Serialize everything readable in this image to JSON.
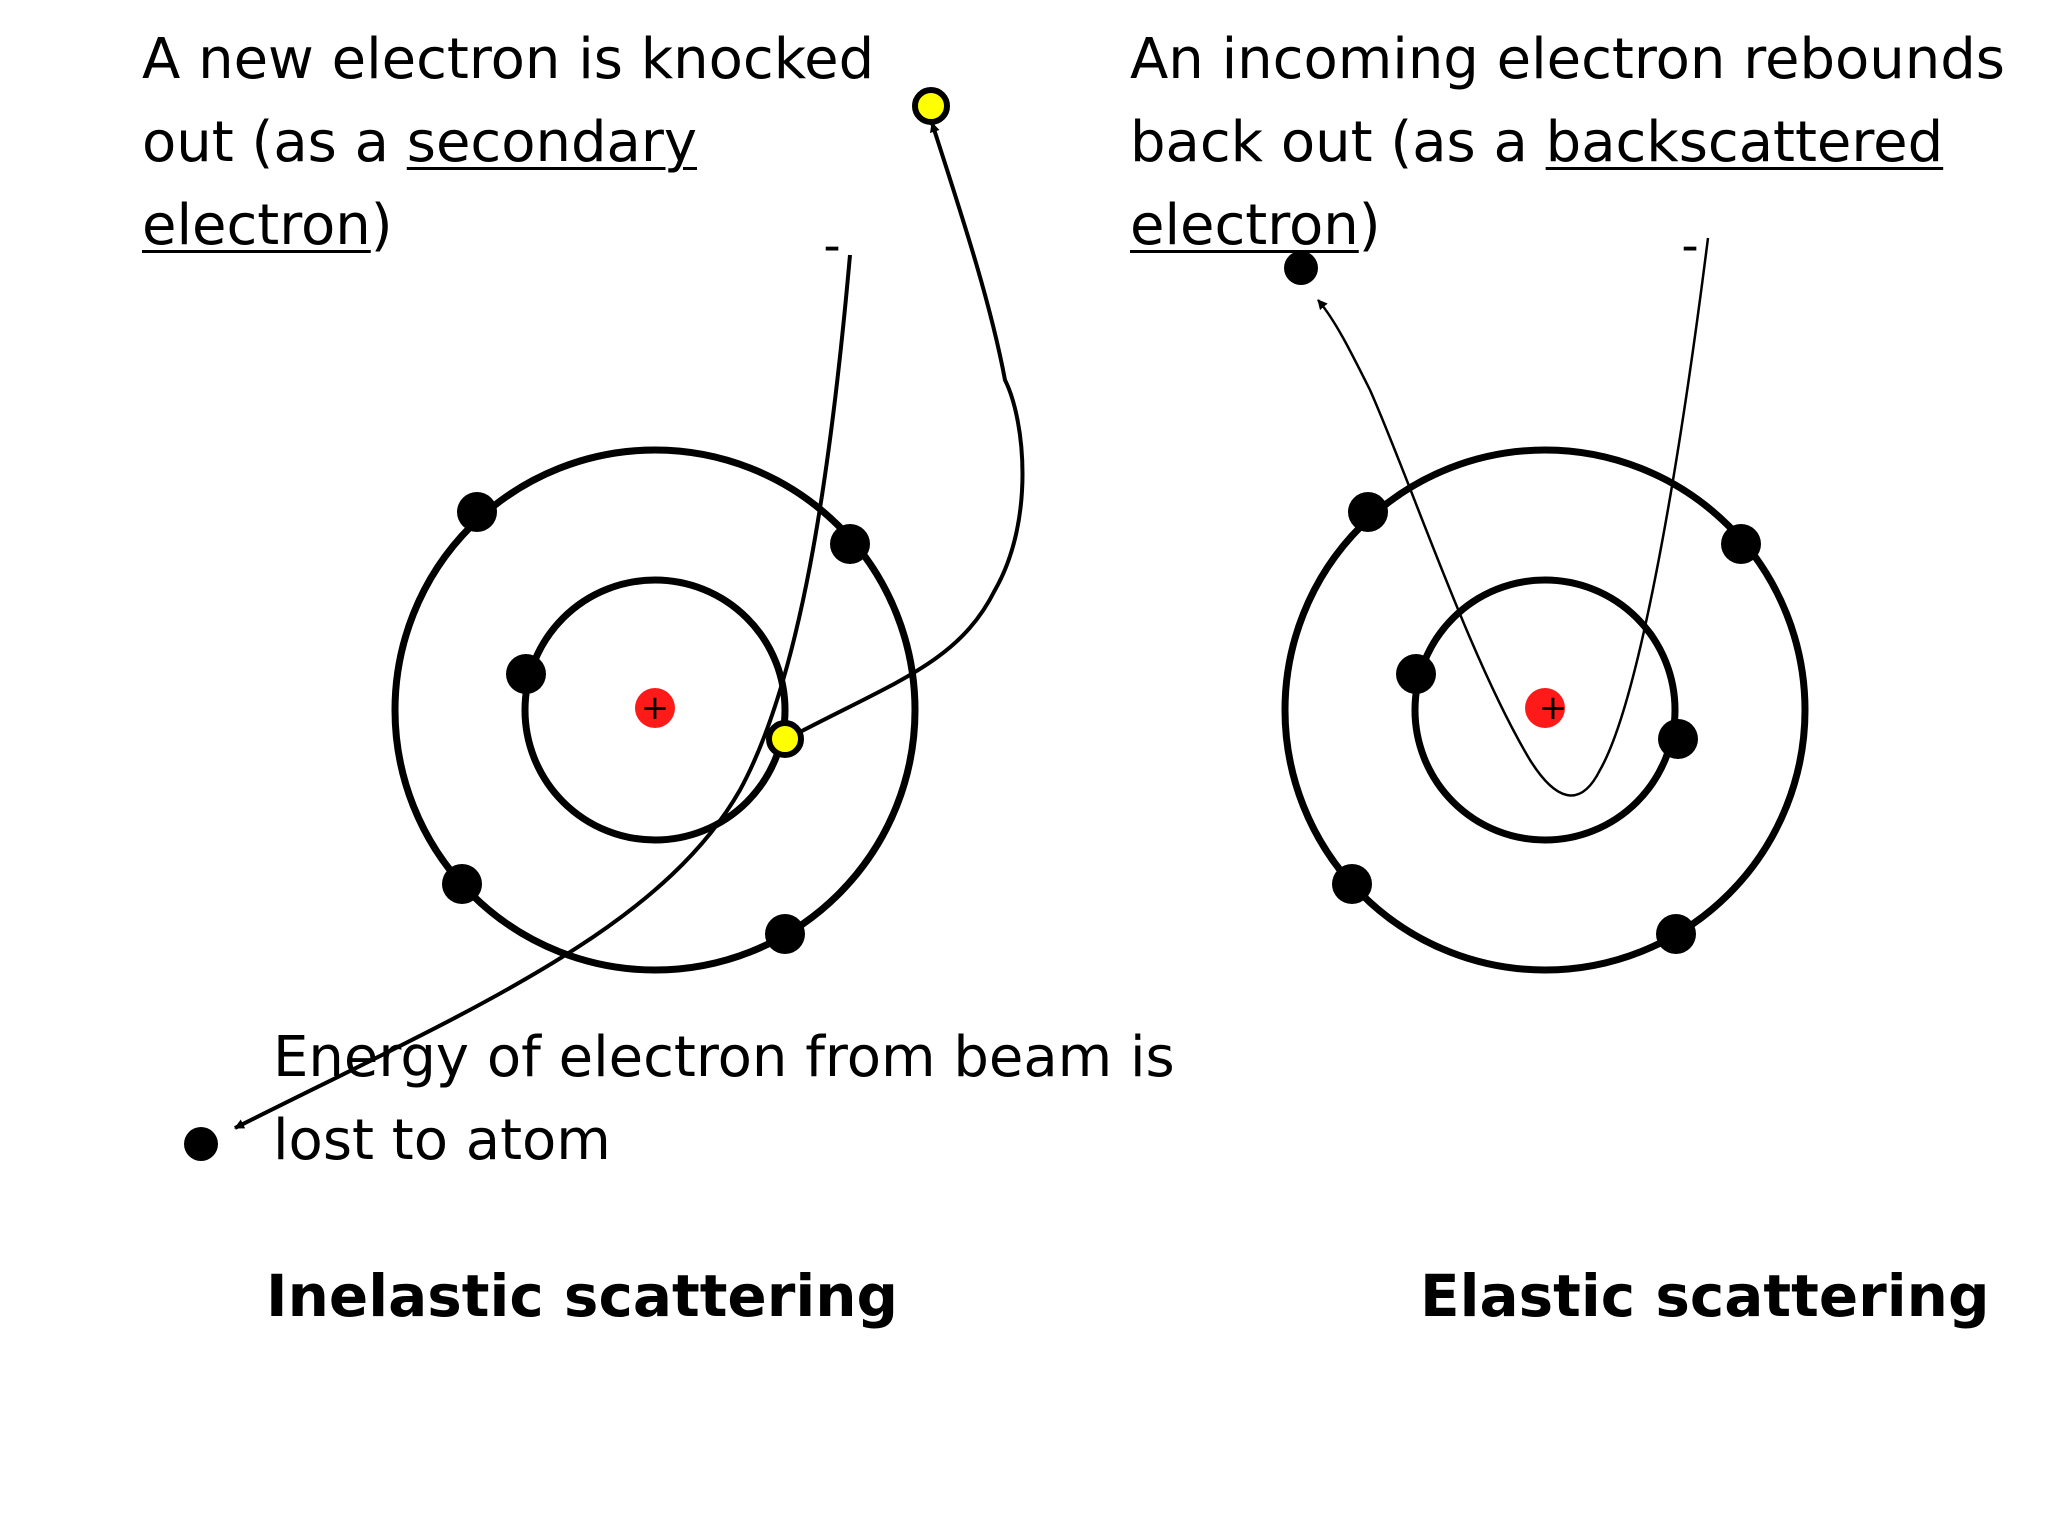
{
  "inelastic": {
    "caption": {
      "line1": "A new electron is knocked",
      "line2_pre": "out (as a ",
      "line2_term": "secondary",
      "line3_term": "electron",
      "line3_post": ")"
    },
    "energy_note": {
      "line1": "Energy of electron from beam is",
      "line2": "lost to atom"
    },
    "charge_sign": "-",
    "nucleus_sign": "+",
    "title": "Inelastic scattering"
  },
  "elastic": {
    "caption": {
      "line1": "An incoming electron rebounds",
      "line2_pre": "back out (as a ",
      "line2_term": "backscattered",
      "line3_term": "electron",
      "line3_post": ")"
    },
    "charge_sign": "-",
    "nucleus_sign": "+",
    "title": "Elastic scattering"
  },
  "colors": {
    "nucleus": "#ff1a1a",
    "electron": "#000000",
    "secondary_electron": "#ffff00",
    "orbit": "#000000"
  }
}
